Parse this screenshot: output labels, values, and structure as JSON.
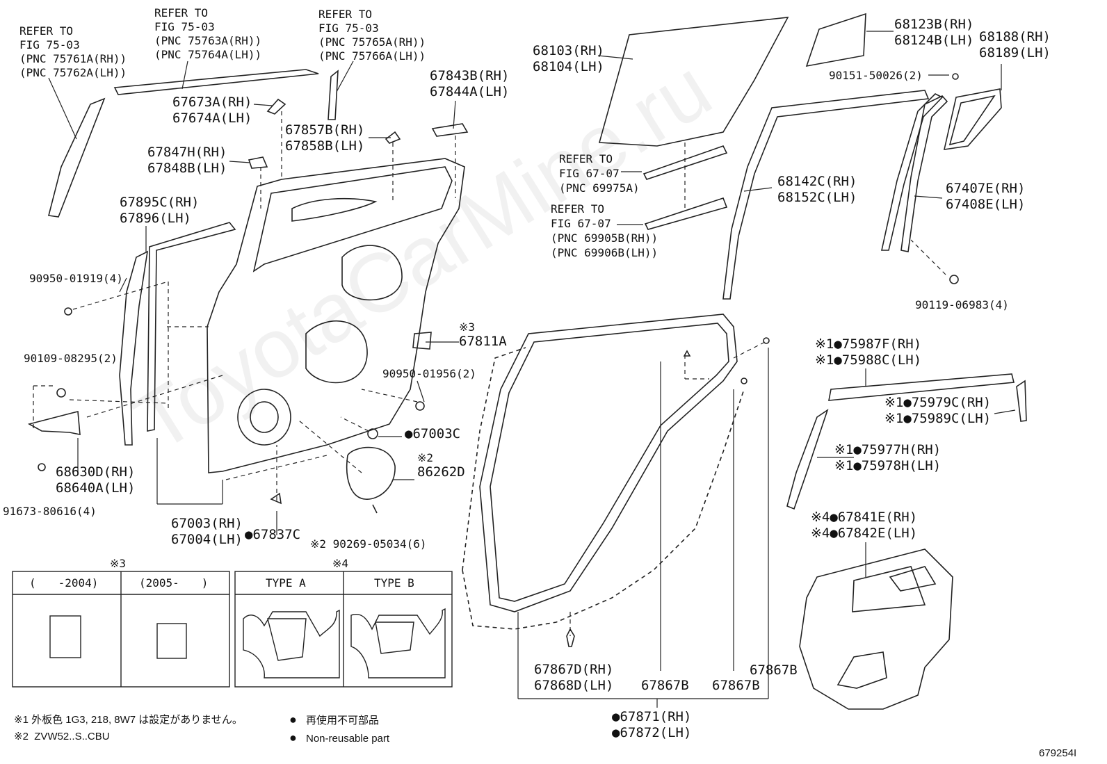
{
  "watermark": "ToyotaCarMine.ru",
  "refs": {
    "r1": [
      "REFER TO",
      "FIG 75-03",
      "(PNC 75761A(RH))",
      "(PNC 75762A(LH))"
    ],
    "r2": [
      "REFER TO",
      "FIG 75-03",
      "(PNC 75763A(RH))",
      "(PNC 75764A(LH))"
    ],
    "r3": [
      "REFER TO",
      "FIG 75-03",
      "(PNC 75765A(RH))",
      "(PNC 75766A(LH))"
    ],
    "r4": [
      "REFER TO",
      "FIG 67-07",
      "(PNC 69975A)"
    ],
    "r5": [
      "REFER TO",
      "FIG 67-07",
      "(PNC 69905B(RH))",
      "(PNC 69906B(LH))"
    ]
  },
  "parts": {
    "p67673": [
      "67673A(RH)",
      "67674A(LH)"
    ],
    "p67843": [
      "67843B(RH)",
      "67844A(LH)"
    ],
    "p67857": [
      "67857B(RH)",
      "67858B(LH)"
    ],
    "p67847": [
      "67847H(RH)",
      "67848B(LH)"
    ],
    "p67895": [
      "67895C(RH)",
      "67896(LH)"
    ],
    "p90950a": "90950-01919(4)",
    "p90109": "90109-08295(2)",
    "p67811_mark": "※3",
    "p67811": "67811A",
    "p90950b": "90950-01956(2)",
    "p67003c": "●67003C",
    "p86262_mark": "※2",
    "p86262": "86262D",
    "p68630": [
      "68630D(RH)",
      "68640A(LH)"
    ],
    "p91673": "91673-80616(4)",
    "p67003": [
      "67003(RH)",
      "67004(LH)"
    ],
    "p67837c": "●67837C",
    "p90269": "※2 90269-05034(6)",
    "p68103": [
      "68103(RH)",
      "68104(LH)"
    ],
    "p68123": [
      "68123B(RH)",
      "68124B(LH)"
    ],
    "p68188": [
      "68188(RH)",
      "68189(LH)"
    ],
    "p90151": "90151-50026(2)",
    "p68142": [
      "68142C(RH)",
      "68152C(LH)"
    ],
    "p67407": [
      "67407E(RH)",
      "67408E(LH)"
    ],
    "p90119": "90119-06983(4)",
    "p75987": [
      "※1●75987F(RH)",
      "※1●75988C(LH)"
    ],
    "p75979": [
      "※1●75979C(RH)",
      "※1●75989C(LH)"
    ],
    "p75977": [
      "※1●75977H(RH)",
      "※1●75978H(LH)"
    ],
    "p67841": [
      "※4●67841E(RH)",
      "※4●67842E(LH)"
    ],
    "p67867d": [
      "67867D(RH)",
      "67868D(LH)"
    ],
    "p67867b1": "67867B",
    "p67867b2": "67867B",
    "p67867b3": "67867B",
    "p67871": [
      "●67871(RH)",
      "●67872(LH)"
    ]
  },
  "table": {
    "mark3": "※3",
    "mark4": "※4",
    "col1": "(　　-2004)",
    "col2": "(2005-　　)",
    "col3": "TYPE A",
    "col4": "TYPE B"
  },
  "notes": {
    "n1": "※1 外板色 1G3, 218, 8W7 は設定がありません。",
    "n2": "※2  ZVW52..S..CBU",
    "legend_jp": "再使用不可部品",
    "legend_en": "Non-reusable part",
    "legend_bullet": "●",
    "figure_id": "679254I"
  }
}
